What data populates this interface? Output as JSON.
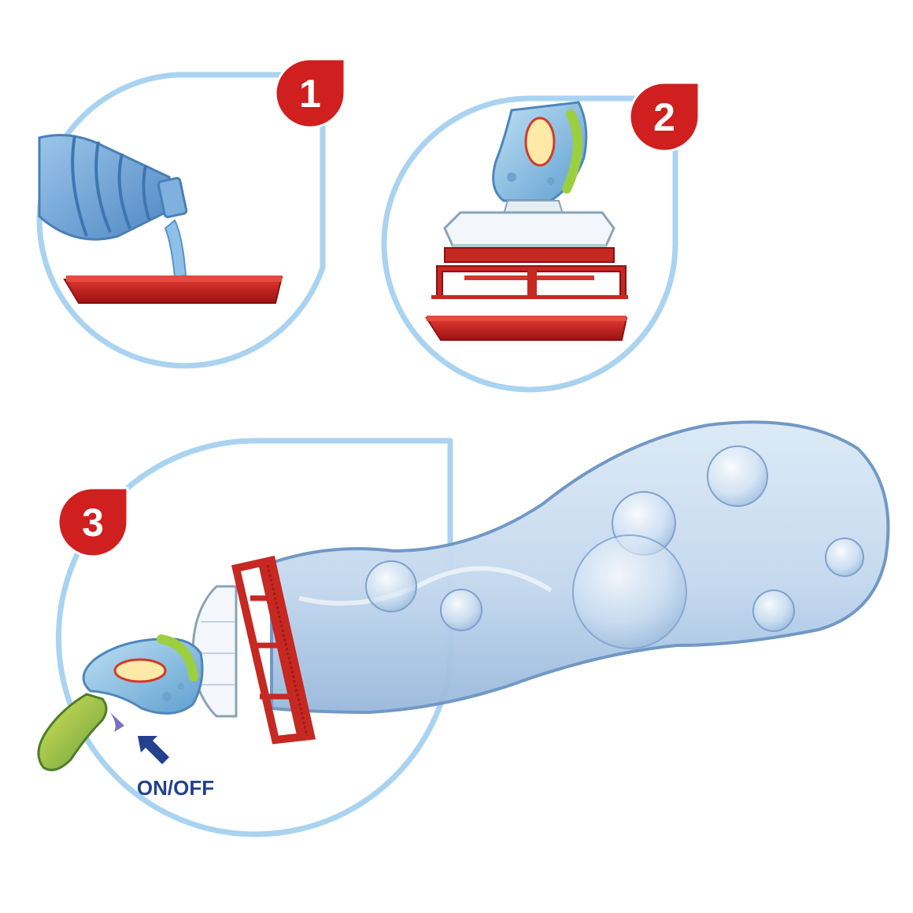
{
  "steps": [
    {
      "number": "1"
    },
    {
      "number": "2"
    },
    {
      "number": "3"
    }
  ],
  "switch_label": "ON/OFF",
  "colors": {
    "frame": "#a9d3f0",
    "badge": "#cf1f1f",
    "tray": "#c41f1c",
    "label": "#24408e"
  },
  "icons": [
    "bottle-icon",
    "tray-icon",
    "bubble-wand-icon",
    "arrow-up-left-icon",
    "bubble-icon"
  ]
}
